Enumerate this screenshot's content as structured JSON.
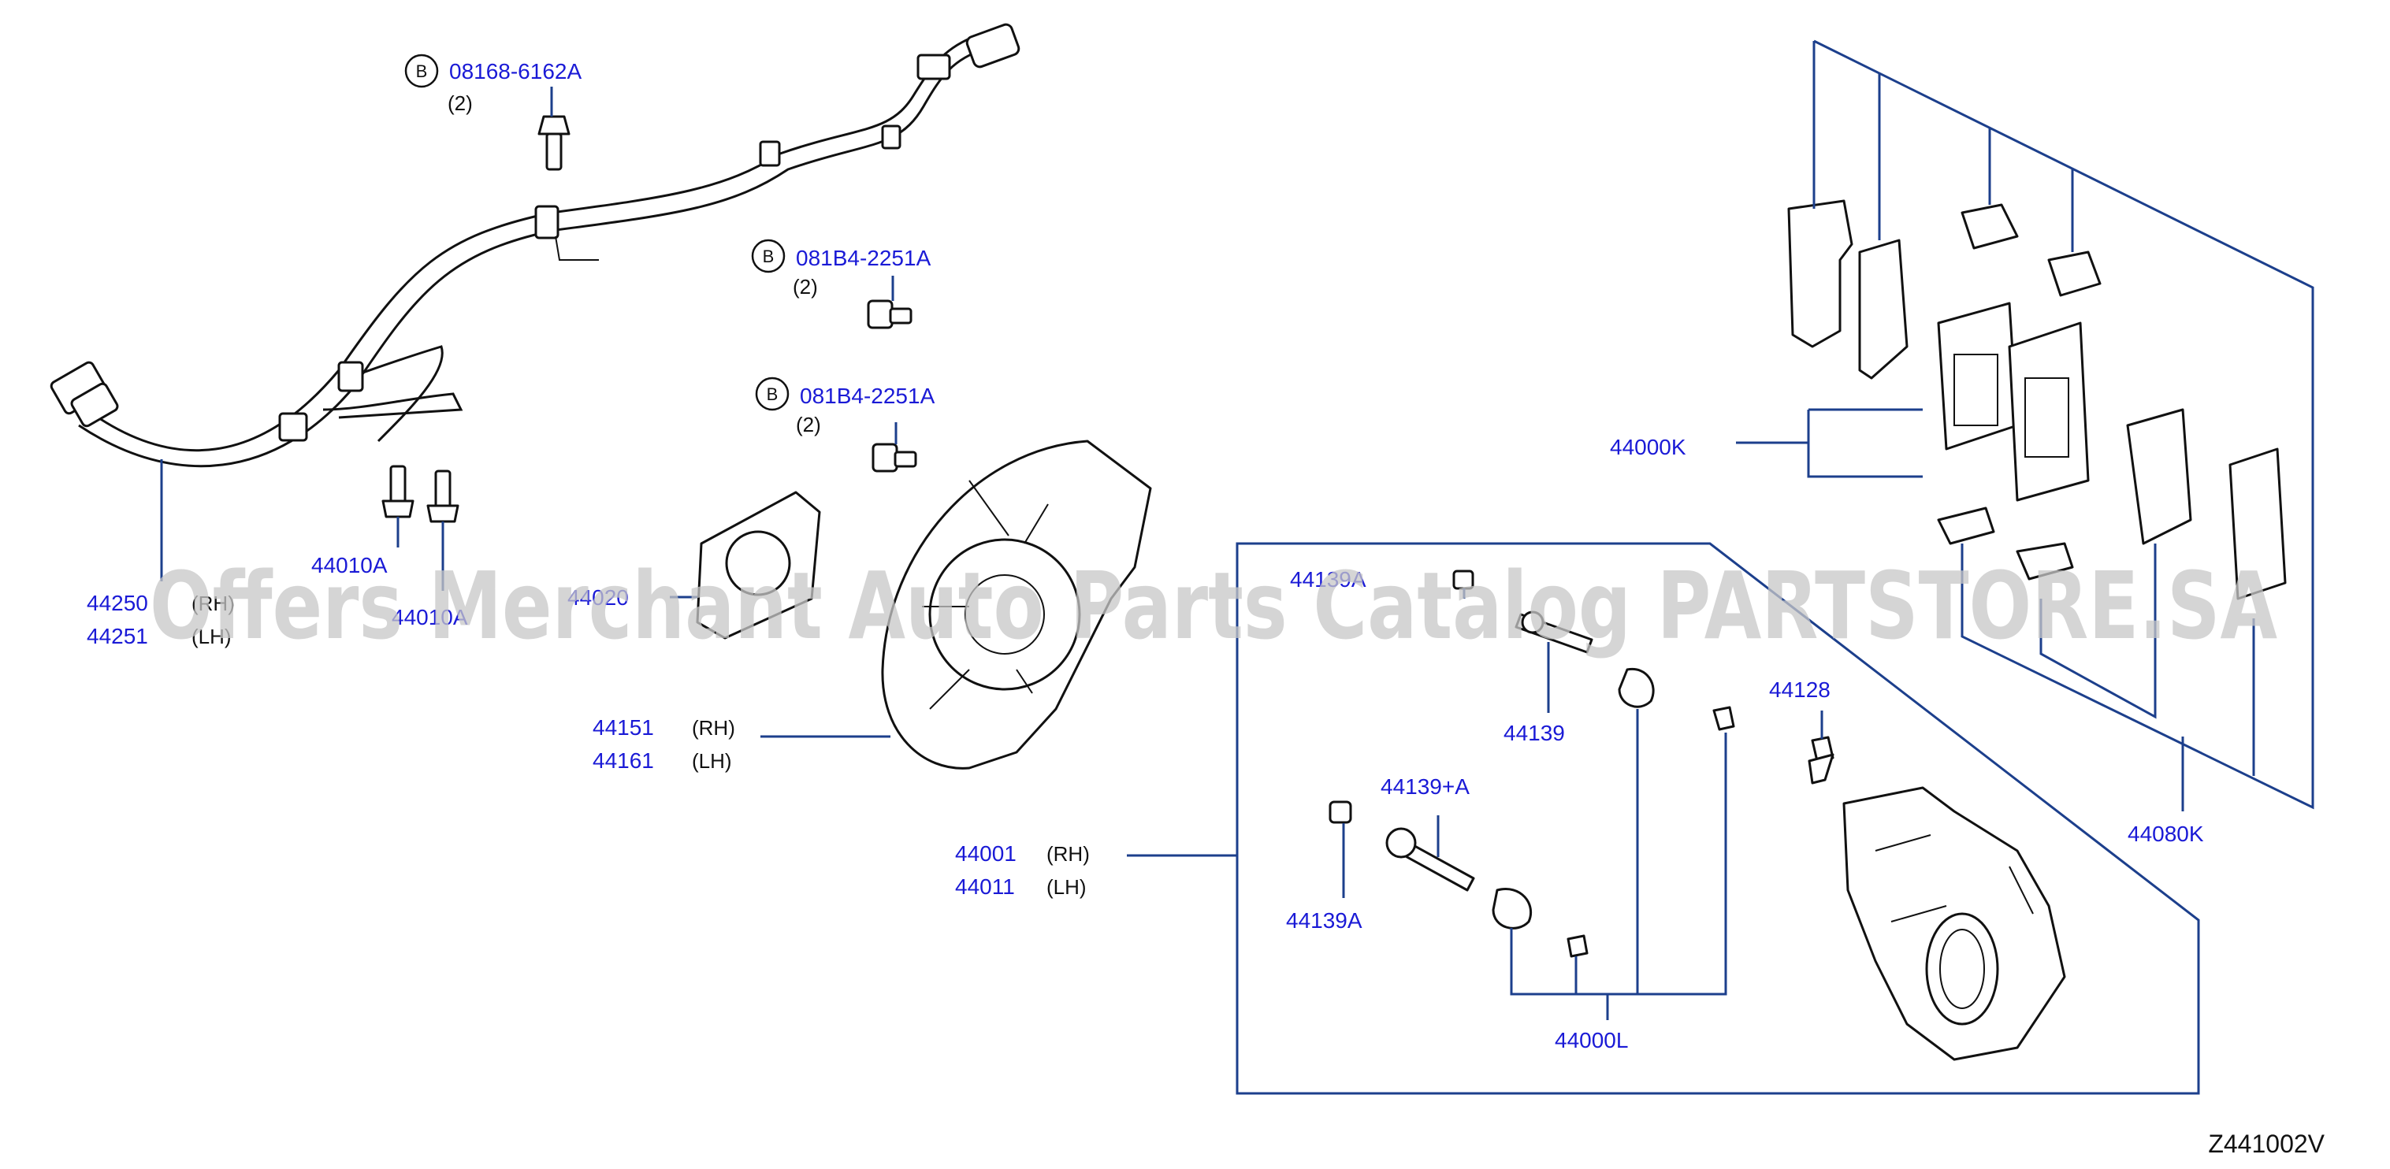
{
  "watermark": "Offers Merchant Auto Parts Catalog PARTSTORE.SA",
  "diagram_code": "Z441002V",
  "badge_letter": "B",
  "bolts": [
    {
      "part": "08168-6162A",
      "qty": "(2)"
    },
    {
      "part": "081B4-2251A",
      "qty": "(2)"
    },
    {
      "part": "081B4-2251A",
      "qty": "(2)"
    }
  ],
  "sensor": {
    "rh": "44250",
    "rh_side": "(RH)",
    "lh": "44251",
    "lh_side": "(LH)"
  },
  "bracket_bolt_a": "44010A",
  "bracket_bolt_b": "44010A",
  "adapter_plate": "44020",
  "back_plate": {
    "rh": "44151",
    "rh_side": "(RH)",
    "lh": "44161",
    "lh_side": "(LH)"
  },
  "caliper": {
    "rh": "44001",
    "rh_side": "(RH)",
    "lh": "44011",
    "lh_side": "(LH)"
  },
  "pad_kit": "44000K",
  "shim_kit": "44080K",
  "seal_kit": "44000L",
  "pin_bolt_top": "44139A",
  "pin": "44139",
  "pin_bolt_bottom": "44139A",
  "pin_long": "44139+A",
  "bleeder": "44128"
}
